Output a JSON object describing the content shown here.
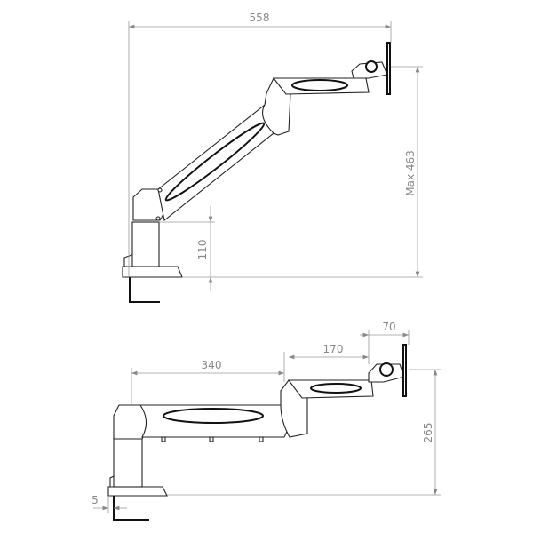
{
  "diagram": {
    "top_view": {
      "dimensions": {
        "width": "558",
        "max_height": "Max 463",
        "base_height": "110"
      }
    },
    "bottom_view": {
      "dimensions": {
        "lower_arm": "340",
        "upper_arm": "170",
        "head": "70",
        "height": "265",
        "offset": "5"
      }
    },
    "colors": {
      "line": "#222222",
      "dimension": "#9a9a9a",
      "label": "#888888"
    }
  }
}
